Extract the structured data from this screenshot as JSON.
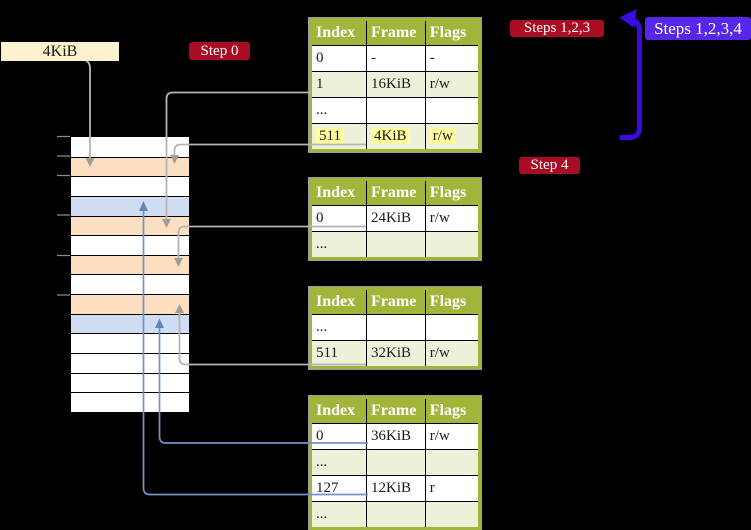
{
  "labels": {
    "memory_box": "4KiB",
    "step_0": "Step 0",
    "steps_123": "Steps 1,2,3",
    "steps_1234": "Steps 1,2,3,4",
    "step_4": "Step 4"
  },
  "colors": {
    "label_red": "#a80d24",
    "label_blue": "#5627e8",
    "thick_arrow_blue": "#3a0ce0",
    "connector_gray": "#b5b5b5",
    "connector_steel_blue": "#7392c7",
    "memory_box_bg": "#fcf1cd",
    "table_header_bg": "#a3b43a",
    "table_alt_row_bg": "#eef0da",
    "highlight_yellow": "#ffff9e",
    "page_table_frame_bg": "#fbdfc0",
    "mapped_page_bg": "#cfdcf1"
  },
  "memory_column": {
    "rows": [
      "white",
      "peach",
      "white",
      "blue",
      "peach",
      "white",
      "peach",
      "white",
      "peach",
      "blue",
      "white",
      "white",
      "white",
      "white"
    ]
  },
  "tables": [
    {
      "headers": [
        "Index",
        "Frame",
        "Flags"
      ],
      "rows": [
        {
          "cells": [
            "0",
            "-",
            "-"
          ]
        },
        {
          "cells": [
            "1",
            "16KiB",
            "r/w"
          ]
        },
        {
          "cells": [
            "...",
            "",
            ""
          ]
        },
        {
          "cells": [
            "511",
            "4KiB",
            "r/w"
          ],
          "highlighted": true
        }
      ]
    },
    {
      "headers": [
        "Index",
        "Frame",
        "Flags"
      ],
      "rows": [
        {
          "cells": [
            "0",
            "24KiB",
            "r/w"
          ]
        },
        {
          "cells": [
            "...",
            "",
            ""
          ]
        }
      ]
    },
    {
      "headers": [
        "Index",
        "Frame",
        "Flags"
      ],
      "rows": [
        {
          "cells": [
            "...",
            "",
            ""
          ]
        },
        {
          "cells": [
            "511",
            "32KiB",
            "r/w"
          ]
        }
      ]
    },
    {
      "headers": [
        "Index",
        "Frame",
        "Flags"
      ],
      "rows": [
        {
          "cells": [
            "0",
            "36KiB",
            "r/w"
          ]
        },
        {
          "cells": [
            "...",
            "",
            ""
          ]
        },
        {
          "cells": [
            "127",
            "12KiB",
            "r"
          ]
        },
        {
          "cells": [
            "...",
            "",
            ""
          ]
        }
      ]
    }
  ]
}
